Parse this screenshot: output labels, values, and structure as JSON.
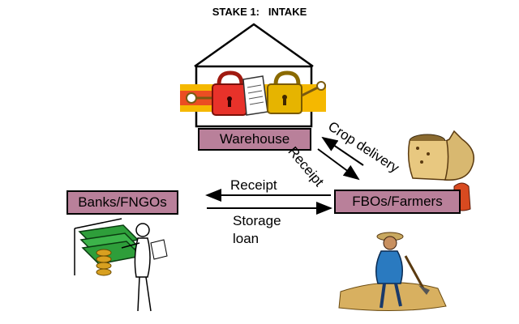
{
  "title": "STAKE 1:   INTAKE",
  "nodes": {
    "warehouse": "Warehouse",
    "banks": "Banks/FNGOs",
    "farmers": "FBOs/Farmers"
  },
  "edges": {
    "crop_delivery": "Crop delivery",
    "receipt_diag": "Receipt",
    "receipt_horiz": "Receipt",
    "storage_loan_line1": "Storage",
    "storage_loan_line2": "loan"
  },
  "colors": {
    "box_fill": "#b9809a",
    "warehouse_band": "#f5b800",
    "lock_red": "#e8322a",
    "lock_gold": "#e6b400",
    "money_green": "#2e9e3a",
    "coin_gold": "#d8a020"
  }
}
